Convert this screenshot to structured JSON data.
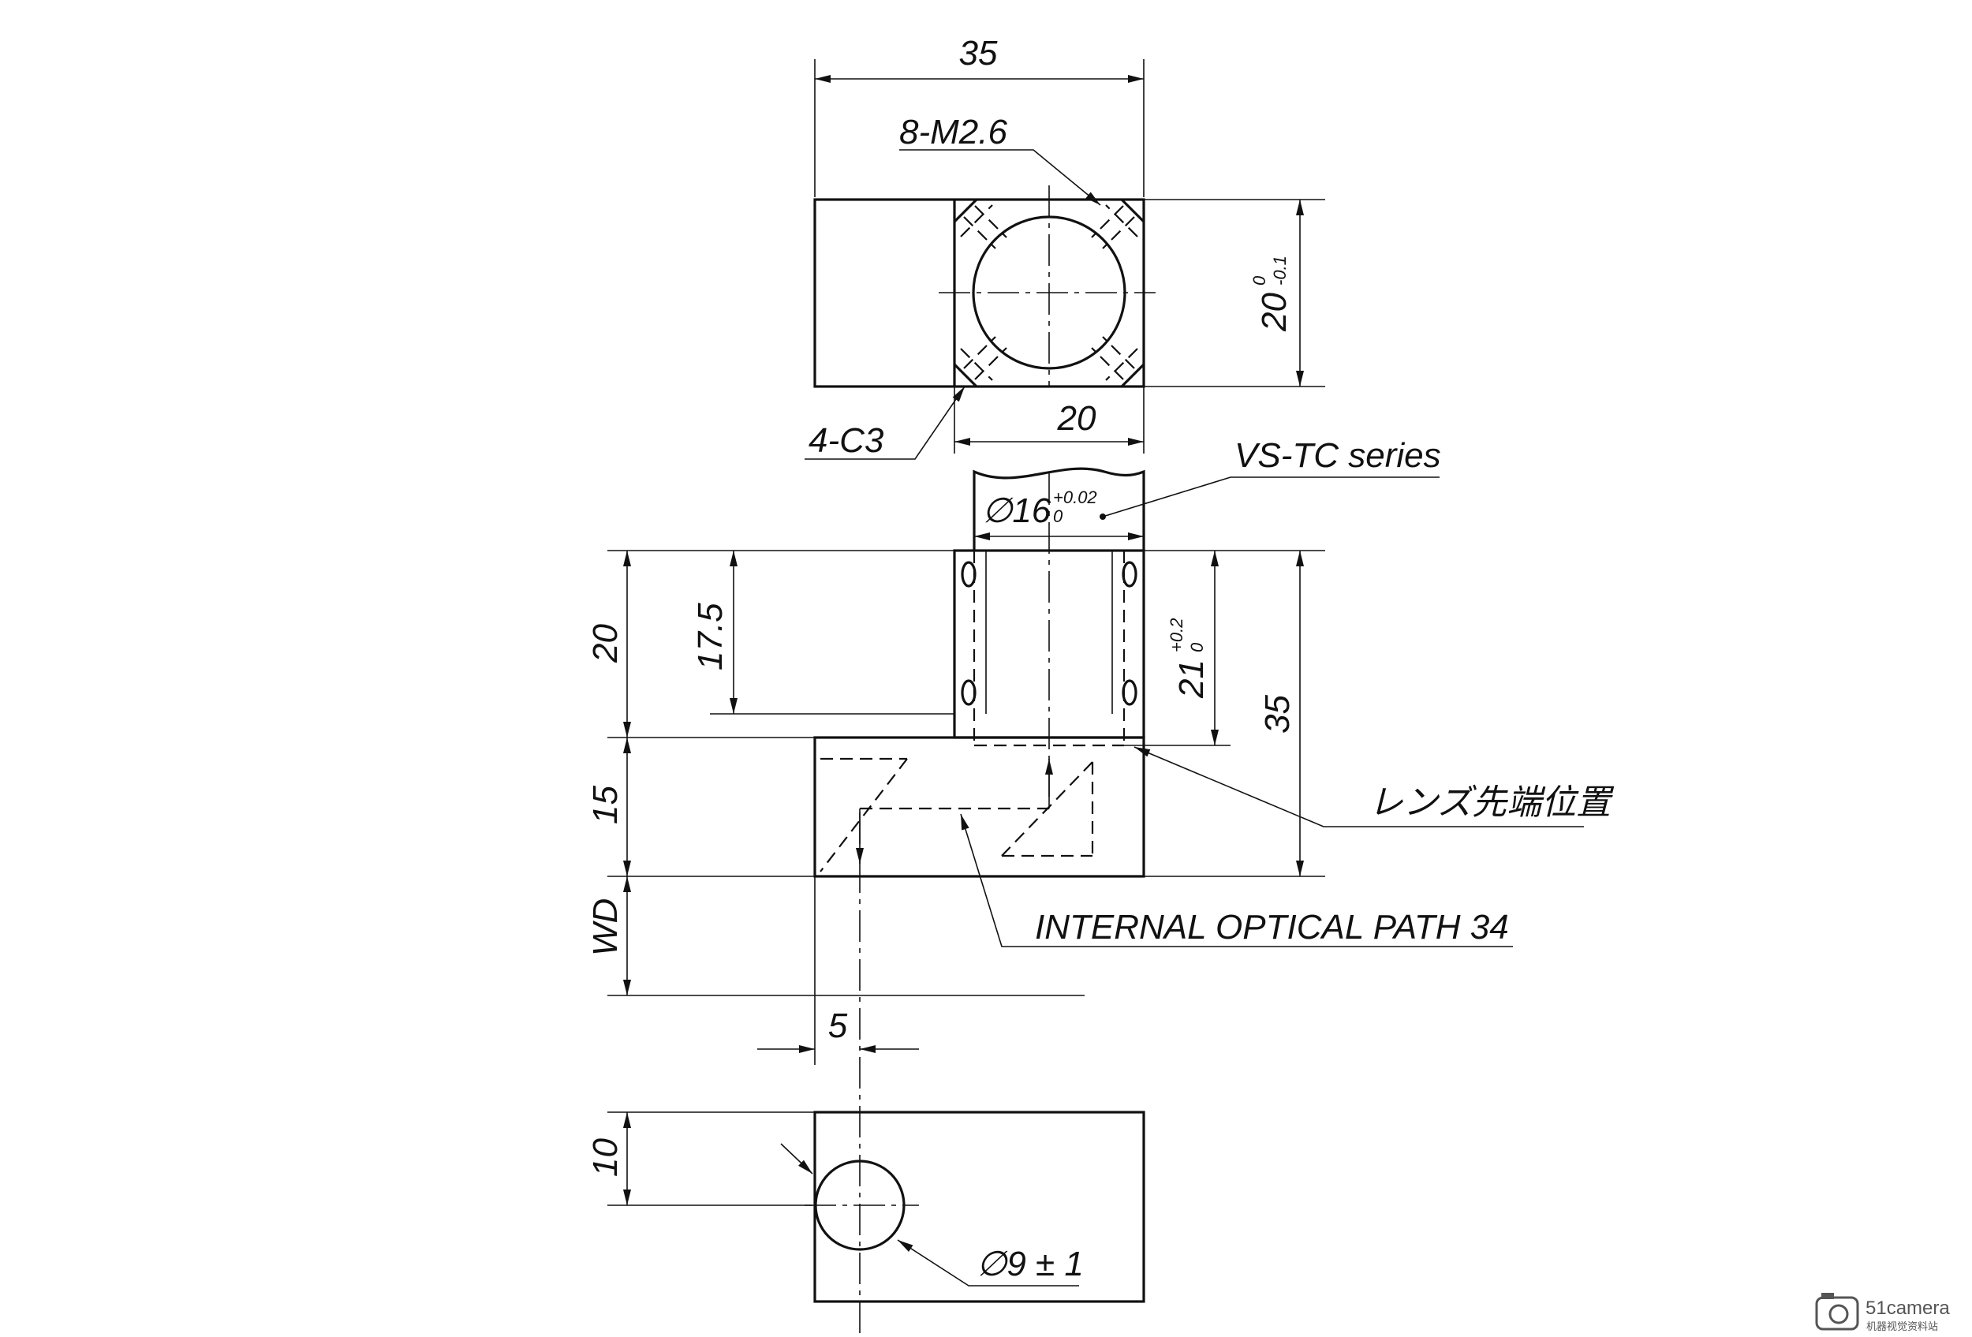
{
  "labels": {
    "top_width": "35",
    "hole_spec": "8-M2.6",
    "height_main": "20",
    "height_tol_upper": "0",
    "height_tol_lower": "-0.1",
    "chamfer": "4-C3",
    "window_width": "20",
    "series": "VS-TC series",
    "bore": "∅16",
    "bore_tol_upper": "+0.02",
    "bore_tol_lower": "0",
    "dim_20": "20",
    "dim_17_5": "17.5",
    "dim_21": "21",
    "dim_21_tol_upper": "+0.2",
    "dim_21_tol_lower": "0",
    "dim_35": "35",
    "lens_tip": "レンズ先端位置",
    "dim_15": "15",
    "optical_path": "INTERNAL OPTICAL PATH 34",
    "wd": "WD",
    "offset": "5",
    "dim_10": "10",
    "aperture": "∅9 ± 1"
  },
  "watermark": {
    "brand": "51camera",
    "sub": "机器视觉资料站"
  }
}
